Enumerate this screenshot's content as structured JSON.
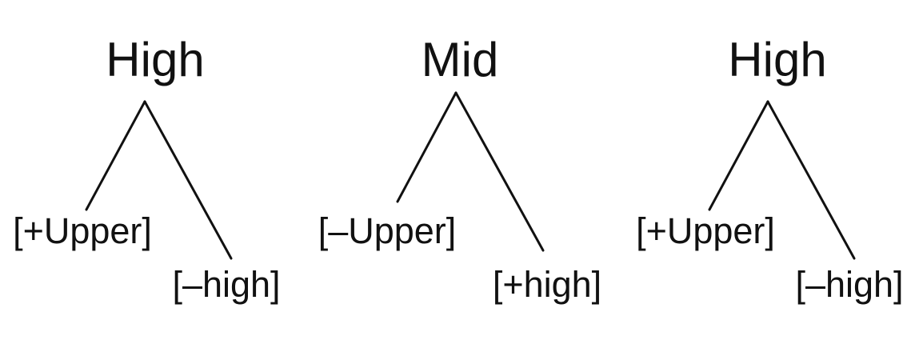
{
  "trees": [
    {
      "root": "High",
      "left": "[+Upper]",
      "right": "[–high]"
    },
    {
      "root": "Mid",
      "left": "[–Upper]",
      "right": "[+high]"
    },
    {
      "root": "High",
      "left": "[+Upper]",
      "right": "[–high]"
    }
  ],
  "colors": {
    "ink": "#111111",
    "background": "#ffffff"
  }
}
